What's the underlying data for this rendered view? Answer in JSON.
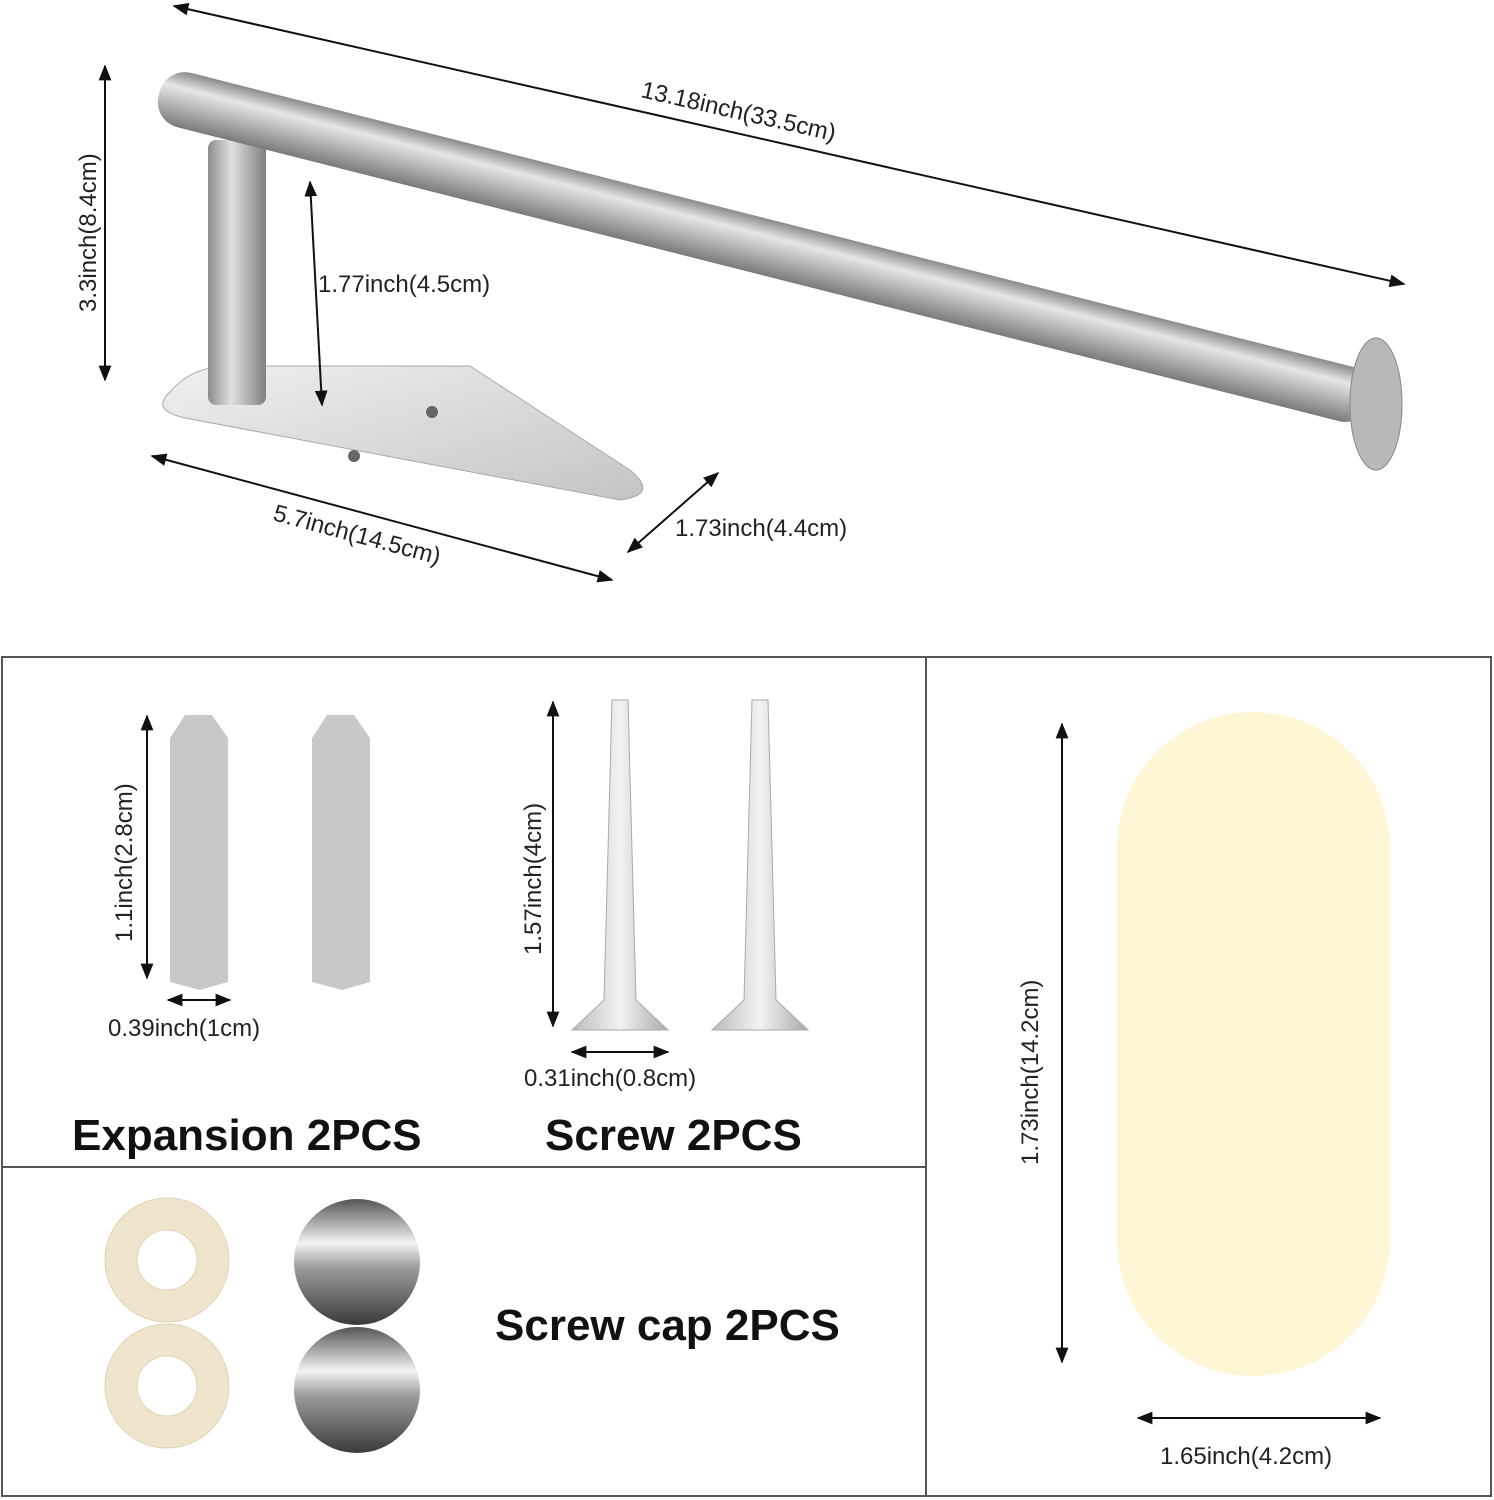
{
  "holder": {
    "length_label": "13.18inch(33.5cm)",
    "height_label": "3.3inch(8.4cm)",
    "post_label": "1.77inch(4.5cm)",
    "base_length_label": "5.7inch(14.5cm)",
    "base_width_label": "1.73inch(4.4cm)"
  },
  "expansion": {
    "height_label": "1.1inch(2.8cm)",
    "width_label": "0.39inch(1cm)",
    "title": "Expansion 2PCS"
  },
  "screw": {
    "height_label": "1.57inch(4cm)",
    "width_label": "0.31inch(0.8cm)",
    "title": "Screw 2PCS"
  },
  "screw_cap": {
    "title": "Screw cap 2PCS"
  },
  "adhesive_pad": {
    "height_label": "1.73inch(14.2cm)",
    "width_label": "1.65inch(4.2cm)",
    "color": "#fff6d6"
  }
}
